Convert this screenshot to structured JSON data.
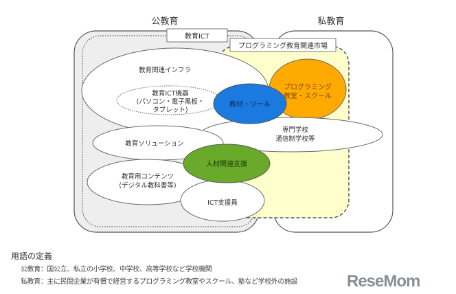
{
  "diagram": {
    "public_label": "公教育",
    "private_label": "私教育",
    "edu_ict_label": "教育ICT",
    "prog_market_label": "プログラミング教育関連市場",
    "nodes": {
      "infra": "教育関連インフラ",
      "ict_device": [
        "教育ICT機器",
        "(パソコン・電子黒板・",
        "タブレット)"
      ],
      "prog_school": [
        "プログラミング",
        "教室・スクール"
      ],
      "materials": "教材・ツール",
      "vocational": [
        "専門学校",
        "通信制学校等"
      ],
      "solution": "教育ソリューション",
      "contents": [
        "教育用コンテンツ",
        "(デジタル教科書等)"
      ],
      "hr_support": "人材関連支援",
      "ict_staff": "ICT支援員"
    },
    "colors": {
      "public_bg": "#eeeeee",
      "market_bg": "#ffffcc",
      "materials": "#1a7ae0",
      "prog_school": "#ffaa00",
      "hr_support": "#6aaa2a"
    }
  },
  "definitions": {
    "title": "用語の定義",
    "public": "公教育：国公立、私立の小学校、中学校、高等学校など学校機関",
    "private": "私教育：主に民間企業が有償で経営するプログラミング教室やスクール、塾など学校外の施設"
  },
  "logo": "ReseMom"
}
